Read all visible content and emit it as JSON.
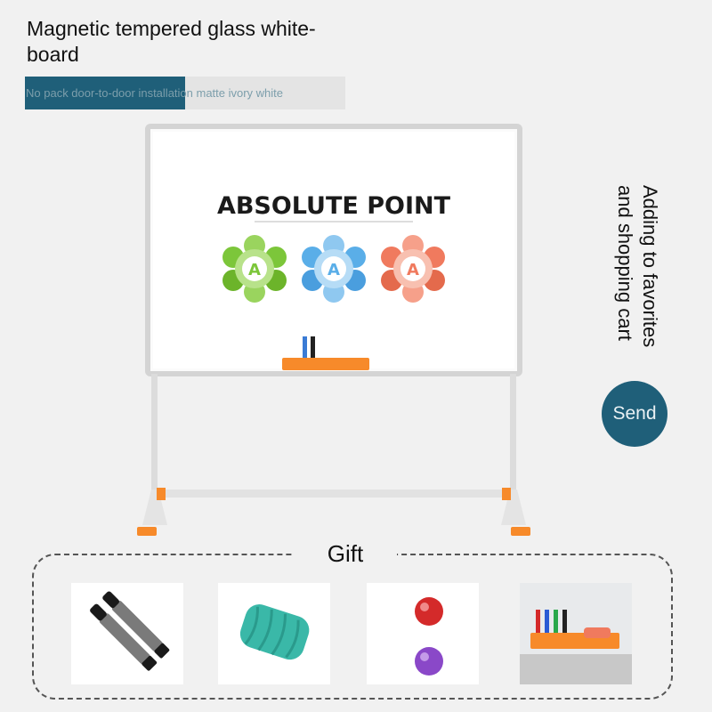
{
  "header": {
    "title": "Magnetic tempered glass white-board",
    "subtitle": "No pack door-to-door installation matte ivory white"
  },
  "board": {
    "heading": "ABSOLUTE POINT",
    "badges": [
      {
        "letter": "A",
        "color": "#7cc63a"
      },
      {
        "letter": "A",
        "color": "#5aaee8"
      },
      {
        "letter": "A",
        "color": "#f07a5e"
      }
    ]
  },
  "side": {
    "favorites_text": "Adding to favorites and shopping cart",
    "send_label": "Send"
  },
  "gift": {
    "label": "Gift",
    "items": [
      {
        "icon": "marker-pens-icon"
      },
      {
        "icon": "eraser-icon"
      },
      {
        "icon": "magnets-icon"
      },
      {
        "icon": "marker-tray-icon"
      }
    ]
  },
  "colors": {
    "accent": "#1f5f79",
    "tray_orange": "#f78a2a"
  }
}
